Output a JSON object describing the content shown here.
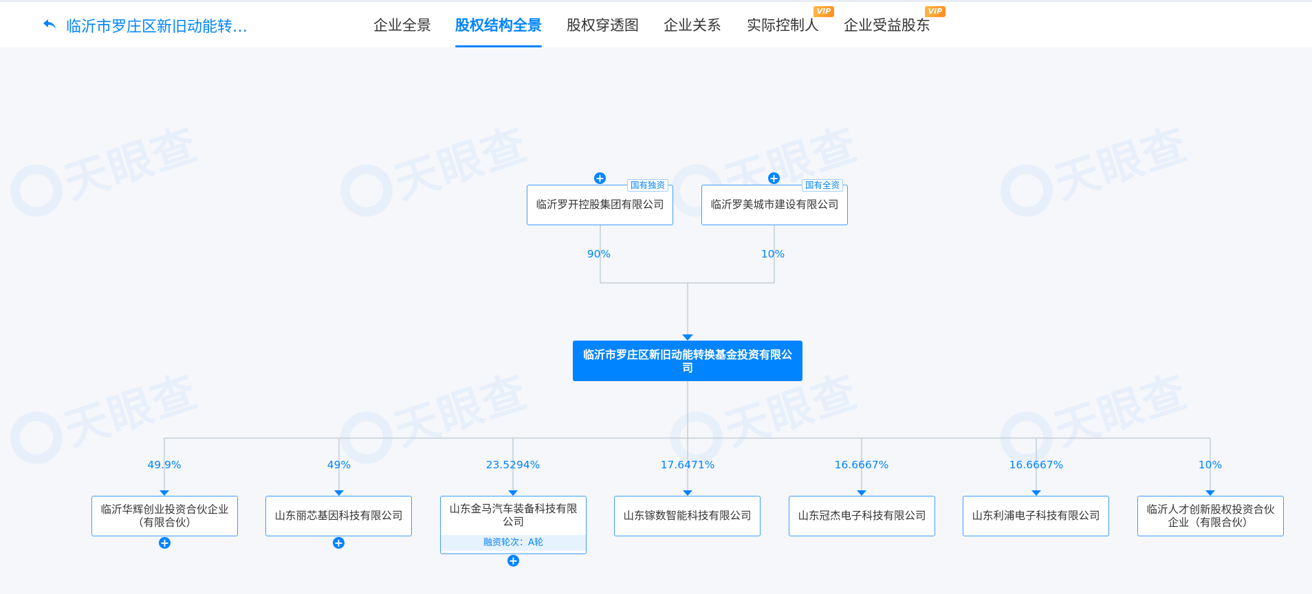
{
  "header": {
    "title": "临沂市罗庄区新旧动能转…",
    "tabs": [
      {
        "label": "企业全景"
      },
      {
        "label": "股权结构全景"
      },
      {
        "label": "股权穿透图"
      },
      {
        "label": "企业关系"
      },
      {
        "label": "实际控制人",
        "vip": "VIP"
      },
      {
        "label": "企业受益股东",
        "vip": "VIP"
      }
    ]
  },
  "watermark": {
    "text": "天眼查"
  },
  "shareholders": [
    {
      "name": "临沂罗开控股集团有限公司",
      "tag": "国有独资",
      "percent": "90%"
    },
    {
      "name": "临沂罗美城市建设有限公司",
      "tag": "国有全资",
      "percent": "10%"
    }
  ],
  "center": {
    "name": "临沂市罗庄区新旧动能转换基金投资有限公司"
  },
  "investments": [
    {
      "name": "临沂华辉创业投资合伙企业（有限合伙）",
      "percent": "49.9%"
    },
    {
      "name": "山东丽芯基因科技有限公司",
      "percent": "49%"
    },
    {
      "name": "山东金马汽车装备科技有限公司",
      "percent": "23.5294%",
      "round": "融资轮次：A轮"
    },
    {
      "name": "山东镓数智能科技有限公司",
      "percent": "17.6471%"
    },
    {
      "name": "山东冠杰电子科技有限公司",
      "percent": "16.6667%"
    },
    {
      "name": "山东利浦电子科技有限公司",
      "percent": "16.6667%"
    },
    {
      "name": "临沂人才创新股权投资合伙企业（有限合伙）",
      "percent": "10%"
    }
  ],
  "colors": {
    "accent": "#0084ff",
    "line": "#c4cdd8",
    "vip": "#ff9a2e"
  }
}
